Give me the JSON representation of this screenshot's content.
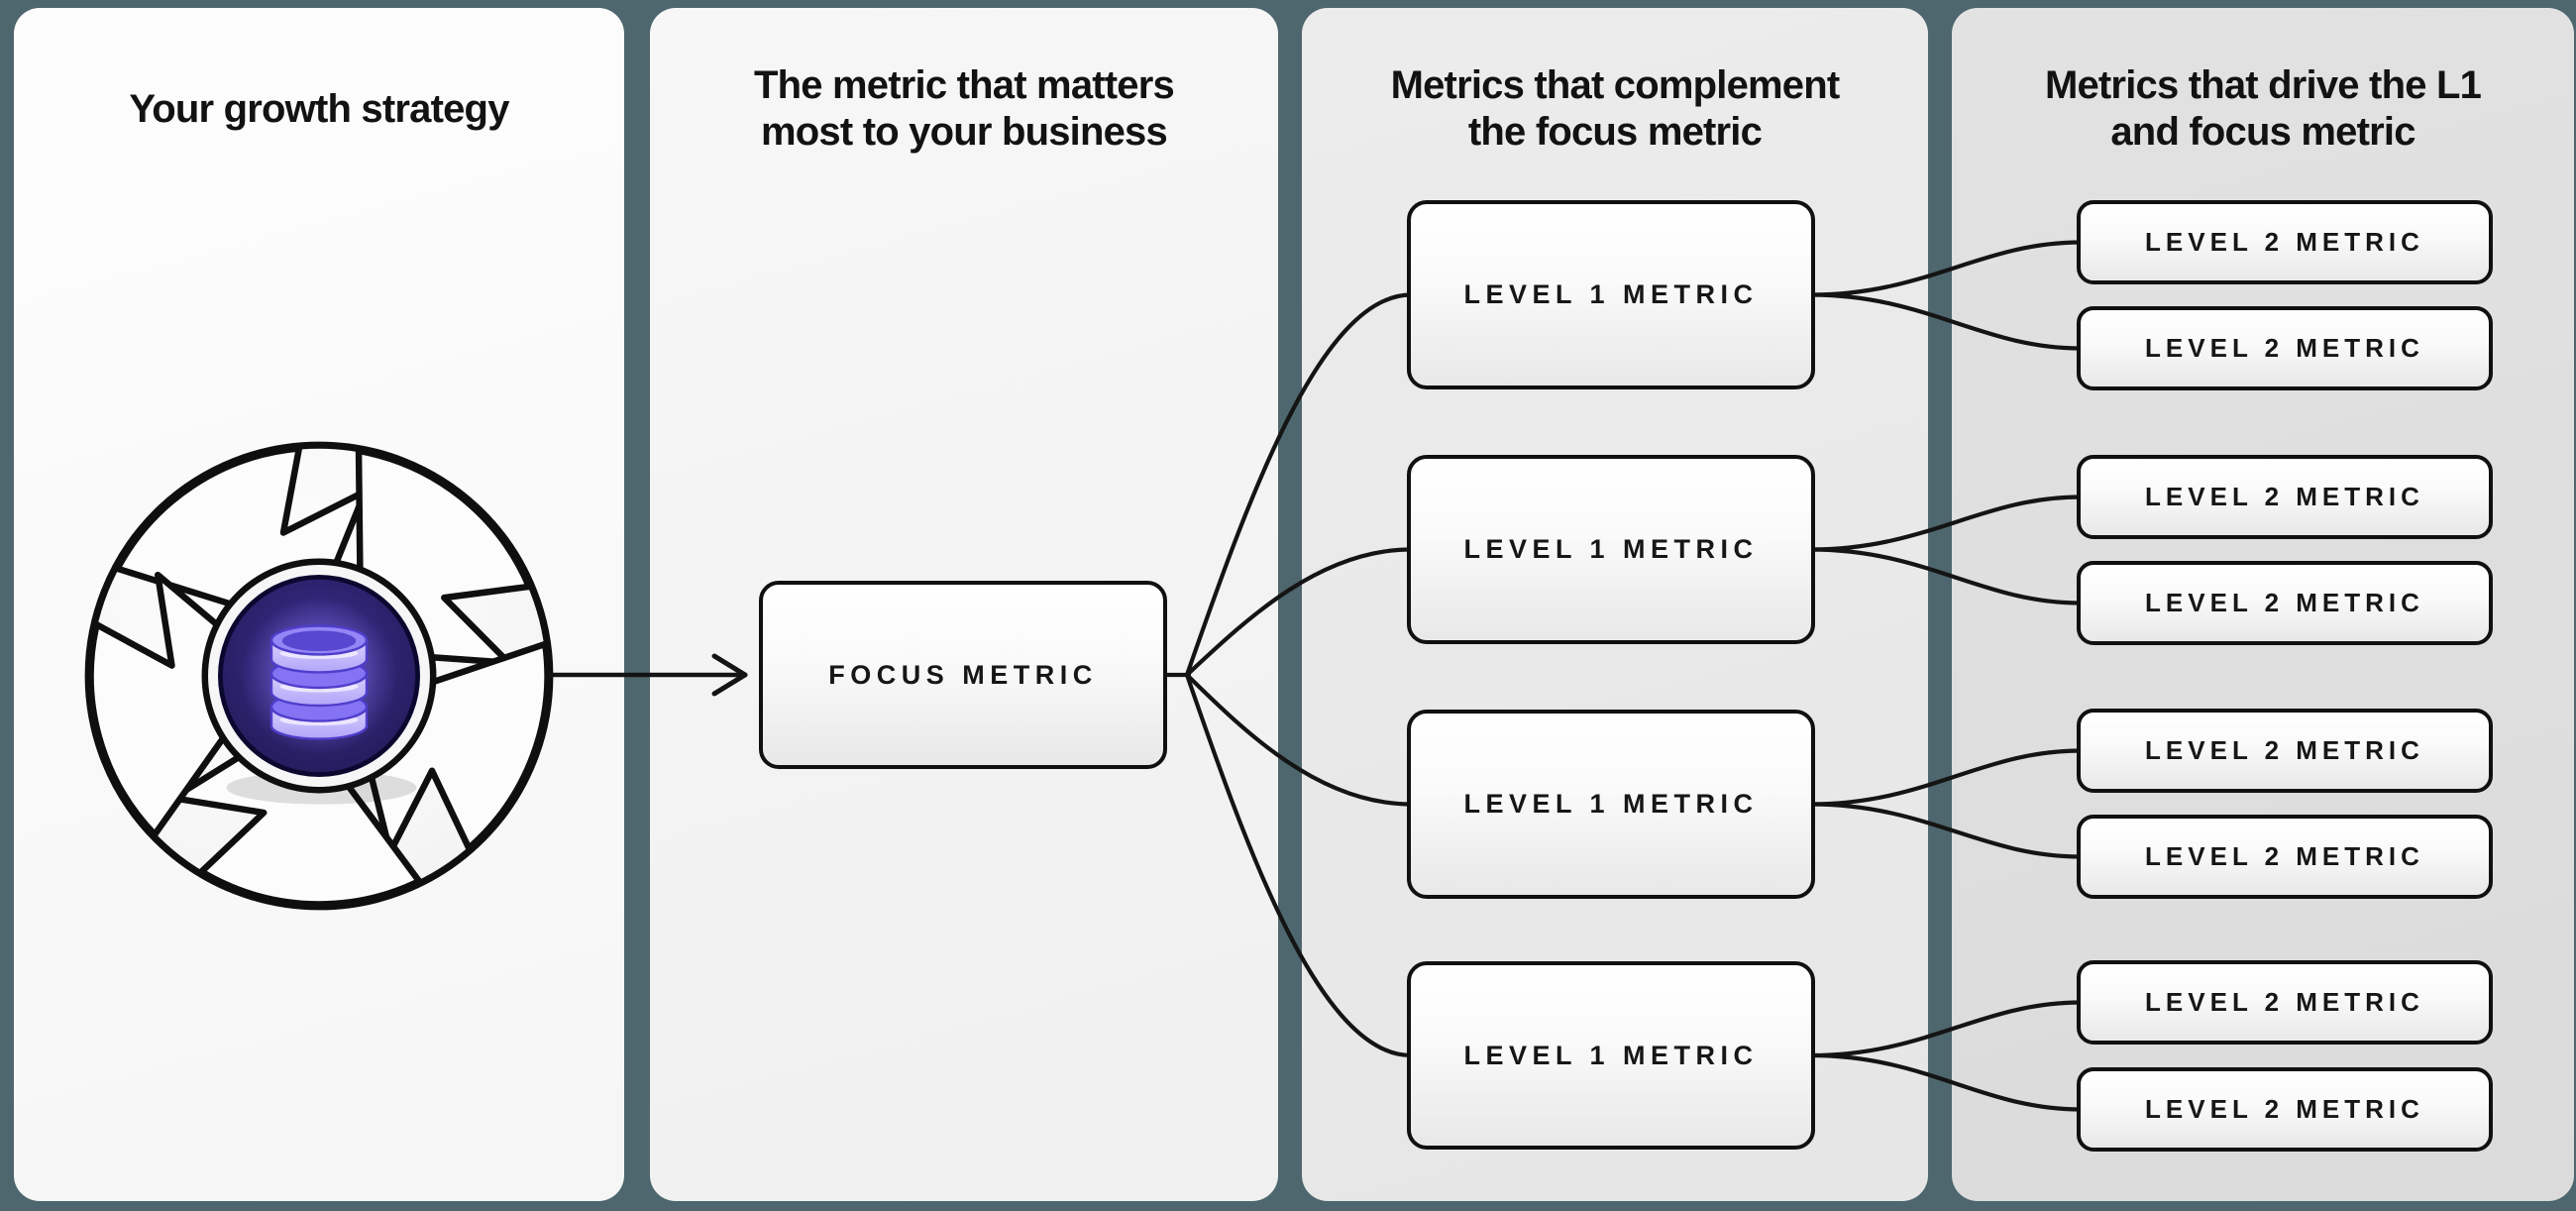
{
  "colors": {
    "background": "#4E666D",
    "panel_light": "#F7F7F7",
    "panel_dark": "#DDDDDD",
    "line": "#141414",
    "box_border": "#101010",
    "hub_purple": "#2F2575",
    "database_purple": "#8474F3",
    "database_light": "#C9C0FB"
  },
  "panels": [
    {
      "header_line1": "Your growth strategy",
      "header_line2": ""
    },
    {
      "header_line1": "The metric that matters",
      "header_line2": "most to your business"
    },
    {
      "header_line1": "Metrics that complement",
      "header_line2": "the focus metric"
    },
    {
      "header_line1": "Metrics that drive the L1",
      "header_line2": "and focus metric"
    }
  ],
  "focus_box": {
    "label": "FOCUS METRIC"
  },
  "level1_boxes": [
    {
      "label": "LEVEL 1 METRIC"
    },
    {
      "label": "LEVEL 1 METRIC"
    },
    {
      "label": "LEVEL 1 METRIC"
    },
    {
      "label": "LEVEL 1 METRIC"
    }
  ],
  "level2_boxes": [
    {
      "label": "LEVEL 2 METRIC"
    },
    {
      "label": "LEVEL 2 METRIC"
    },
    {
      "label": "LEVEL 2 METRIC"
    },
    {
      "label": "LEVEL 2 METRIC"
    },
    {
      "label": "LEVEL 2 METRIC"
    },
    {
      "label": "LEVEL 2 METRIC"
    },
    {
      "label": "LEVEL 2 METRIC"
    },
    {
      "label": "LEVEL 2 METRIC"
    }
  ],
  "icons": {
    "flywheel": "flywheel-icon",
    "database": "database-icon",
    "arrow": "arrow-right-icon"
  }
}
